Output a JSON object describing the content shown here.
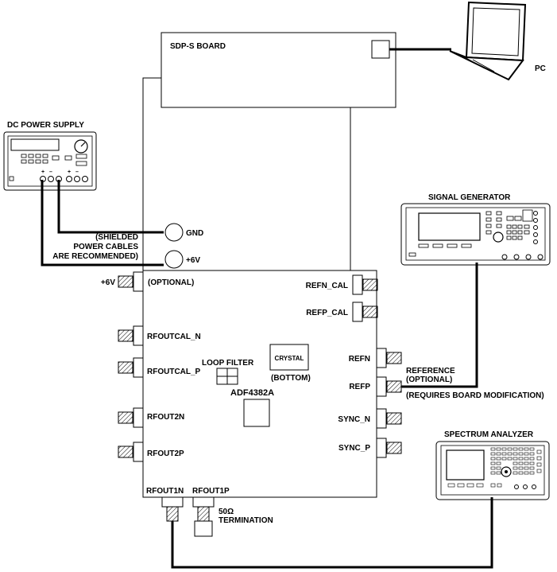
{
  "sdp_board": {
    "label": "SDP-S BOARD"
  },
  "pc": {
    "label": "PC"
  },
  "dc_supply": {
    "label": "DC POWER SUPPLY"
  },
  "cable_note": {
    "line1": "(SHIELDED",
    "line2": "POWER CABLES",
    "line3": "ARE RECOMMENDED)"
  },
  "terminals": {
    "gnd": "GND",
    "plus6v": "+6V"
  },
  "left_connectors": {
    "opt_6v": "+6V",
    "optional": "(OPTIONAL)",
    "rfoutcal_n": "RFOUTCAL_N",
    "rfoutcal_p": "RFOUTCAL_P",
    "rfout2n": "RFOUT2N",
    "rfout2p": "RFOUT2P"
  },
  "bottom_connectors": {
    "rfout1n": "RFOUT1N",
    "rfout1p": "RFOUT1P",
    "termination_line1": "50Ω",
    "termination_line2": "TERMINATION"
  },
  "right_connectors": {
    "refn_cal": "REFN_CAL",
    "refp_cal": "REFP_CAL",
    "refn": "REFN",
    "refp": "REFP",
    "sync_n": "SYNC_N",
    "sync_p": "SYNC_P"
  },
  "board_parts": {
    "loop_filter": "LOOP FILTER",
    "crystal": "CRYSTAL",
    "bottom": "(BOTTOM)",
    "chip": "ADF4382A"
  },
  "signal_generator": {
    "label": "SIGNAL GENERATOR"
  },
  "reference_note": {
    "line1": "REFERENCE",
    "line2": "(OPTIONAL)",
    "line3": "(REQUIRES BOARD MODIFICATION)"
  },
  "spectrum_analyzer": {
    "label": "SPECTRUM ANALYZER"
  }
}
